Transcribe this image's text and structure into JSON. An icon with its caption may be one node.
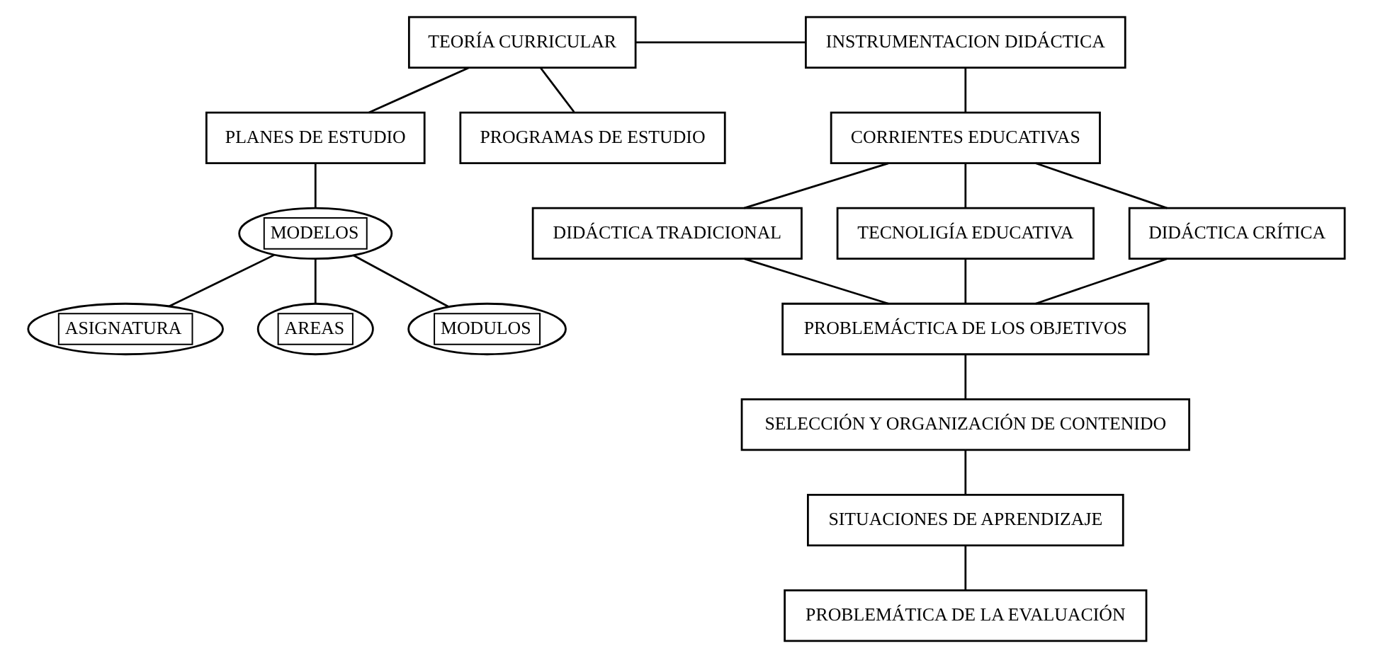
{
  "diagram": {
    "nodes": [
      {
        "text": [
          "TEORÍA CURRICULAR"
        ]
      },
      {
        "text": [
          "INSTRUMENTACION DIDÁCTICA"
        ]
      },
      {
        "text": [
          "PLANES DE ESTUDIO"
        ]
      },
      {
        "text": [
          "PROGRAMAS DE ESTUDIO"
        ]
      },
      {
        "text": [
          "MODELOS"
        ]
      },
      {
        "text": [
          "ASIGNATURA"
        ]
      },
      {
        "text": [
          "AREAS"
        ]
      },
      {
        "text": [
          "MODULOS"
        ]
      },
      {
        "text": [
          "CORRIENTES EDUCATIVAS"
        ]
      },
      {
        "text": [
          "DIDÁCTICA TRADICIONAL"
        ]
      },
      {
        "text": [
          "TECNOLIGÍA EDUCATIVA"
        ]
      },
      {
        "text": [
          "DIDÁCTICA CRÍTICA"
        ]
      },
      {
        "text": [
          "PROBLEMÁCTICA DE LOS OBJETIVOS"
        ]
      },
      {
        "text": [
          "SELECCIÓN Y ORGANIZACIÓN DE CONTENIDO"
        ]
      },
      {
        "text": [
          "SITUACIONES DE APRENDIZAJE"
        ]
      },
      {
        "text": [
          "PROBLEMÁTICA DE LA EVALUACIÓN"
        ]
      }
    ],
    "edges": [
      {
        "from": 0,
        "to": 1,
        "arrow": "none"
      },
      {
        "from": 0,
        "to": 2,
        "arrow": "none"
      },
      {
        "from": 0,
        "to": 3,
        "arrow": "none"
      },
      {
        "from": 2,
        "to": 4,
        "arrow": "none"
      },
      {
        "from": 4,
        "to": 5,
        "arrow": "none"
      },
      {
        "from": 4,
        "to": 6,
        "arrow": "none"
      },
      {
        "from": 4,
        "to": 7,
        "arrow": "none"
      },
      {
        "from": 1,
        "to": 8,
        "arrow": "none"
      },
      {
        "from": 8,
        "to": 9,
        "arrow": "none"
      },
      {
        "from": 8,
        "to": 10,
        "arrow": "none"
      },
      {
        "from": 8,
        "to": 11,
        "arrow": "none"
      },
      {
        "from": 9,
        "to": 12,
        "arrow": "none"
      },
      {
        "from": 10,
        "to": 12,
        "arrow": "none"
      },
      {
        "from": 11,
        "to": 12,
        "arrow": "none"
      },
      {
        "from": 12,
        "to": 13,
        "arrow": "none"
      },
      {
        "from": 13,
        "to": 14,
        "arrow": "none"
      },
      {
        "from": 14,
        "to": 15,
        "arrow": "none"
      }
    ]
  }
}
